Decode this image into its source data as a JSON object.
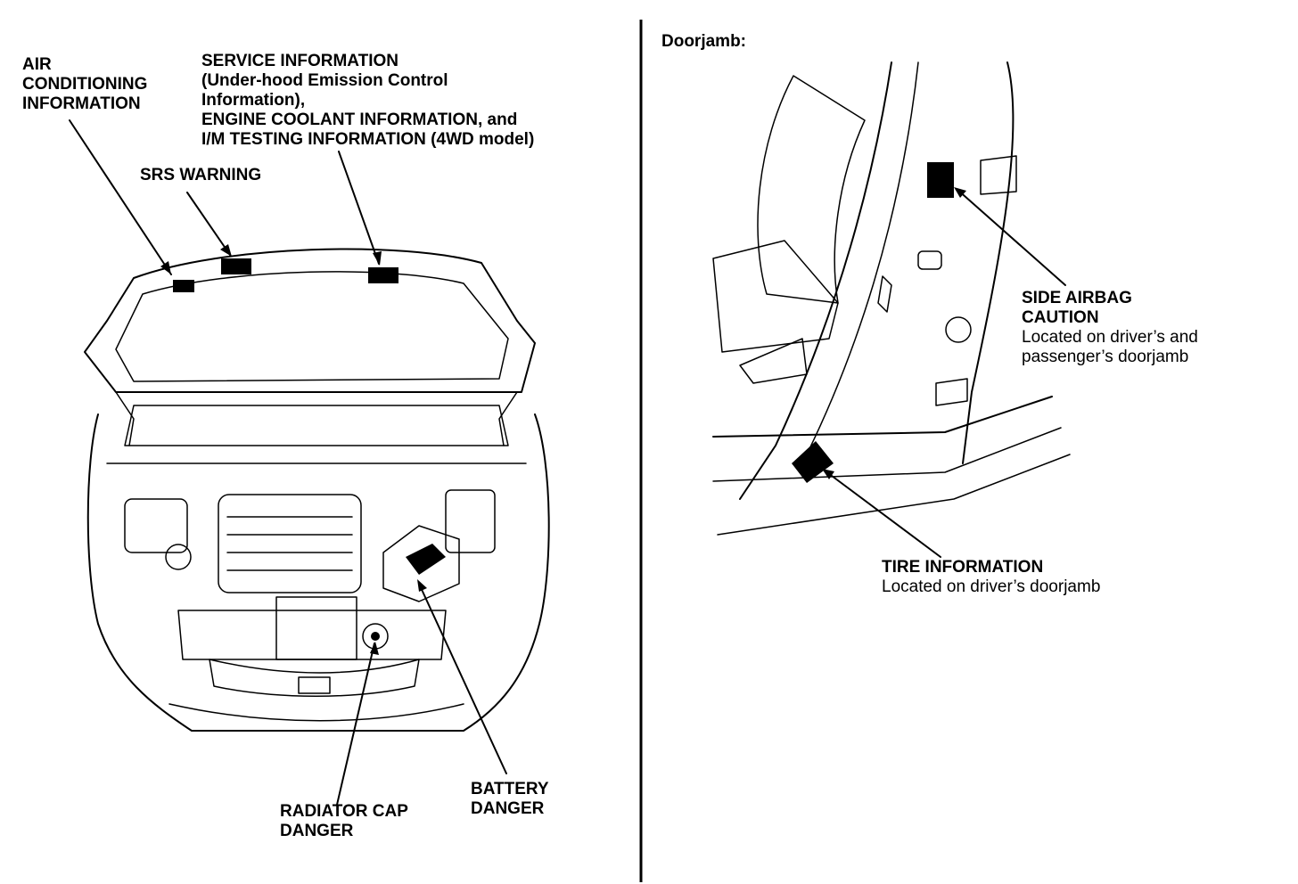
{
  "left_panel": {
    "labels": {
      "air_conditioning": "AIR\nCONDITIONING\nINFORMATION",
      "service_information": "SERVICE INFORMATION\n(Under-hood Emission Control\nInformation),\nENGINE COOLANT INFORMATION, and\nI/M TESTING INFORMATION (4WD model)",
      "srs_warning": "SRS WARNING",
      "radiator_cap": "RADIATOR CAP\nDANGER",
      "battery": "BATTERY\nDANGER"
    }
  },
  "right_panel": {
    "heading": "Doorjamb:",
    "side_airbag_title": "SIDE AIRBAG\nCAUTION",
    "side_airbag_note": "Located on driver’s and\npassenger’s doorjamb",
    "tire_title": "TIRE INFORMATION",
    "tire_note": "Located on driver’s doorjamb"
  }
}
